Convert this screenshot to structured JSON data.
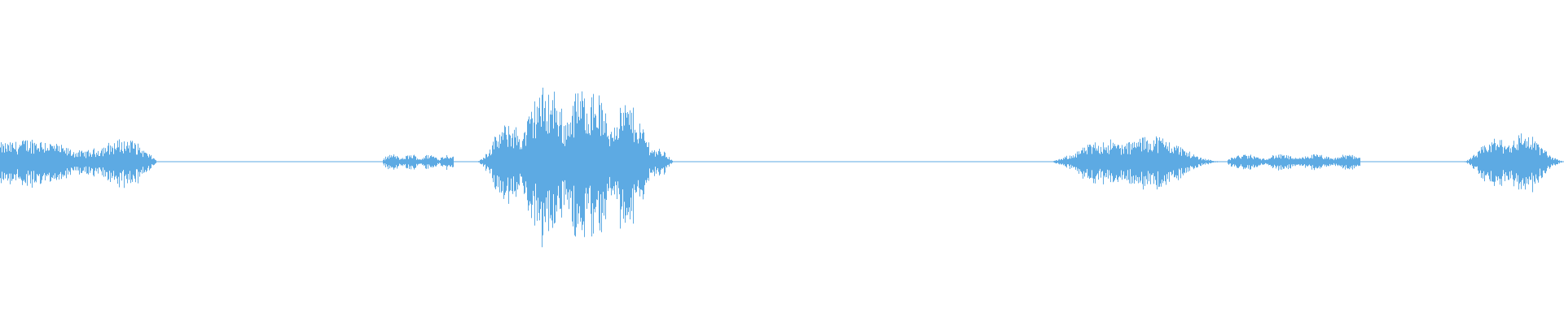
{
  "waveform": {
    "color": "#5DAAE3",
    "background": "#FFFFFF",
    "segments": [
      {
        "start": 0.0,
        "end": 0.1,
        "peak": 0.09,
        "mode": "dense"
      },
      {
        "start": 0.245,
        "end": 0.29,
        "peak": 0.025,
        "mode": "light"
      },
      {
        "start": 0.305,
        "end": 0.43,
        "peak": 0.24,
        "mode": "burst"
      },
      {
        "start": 0.67,
        "end": 0.78,
        "peak": 0.1,
        "mode": "swell"
      },
      {
        "start": 0.785,
        "end": 0.87,
        "peak": 0.025,
        "mode": "light"
      },
      {
        "start": 0.935,
        "end": 1.0,
        "peak": 0.11,
        "mode": "swell"
      }
    ]
  }
}
